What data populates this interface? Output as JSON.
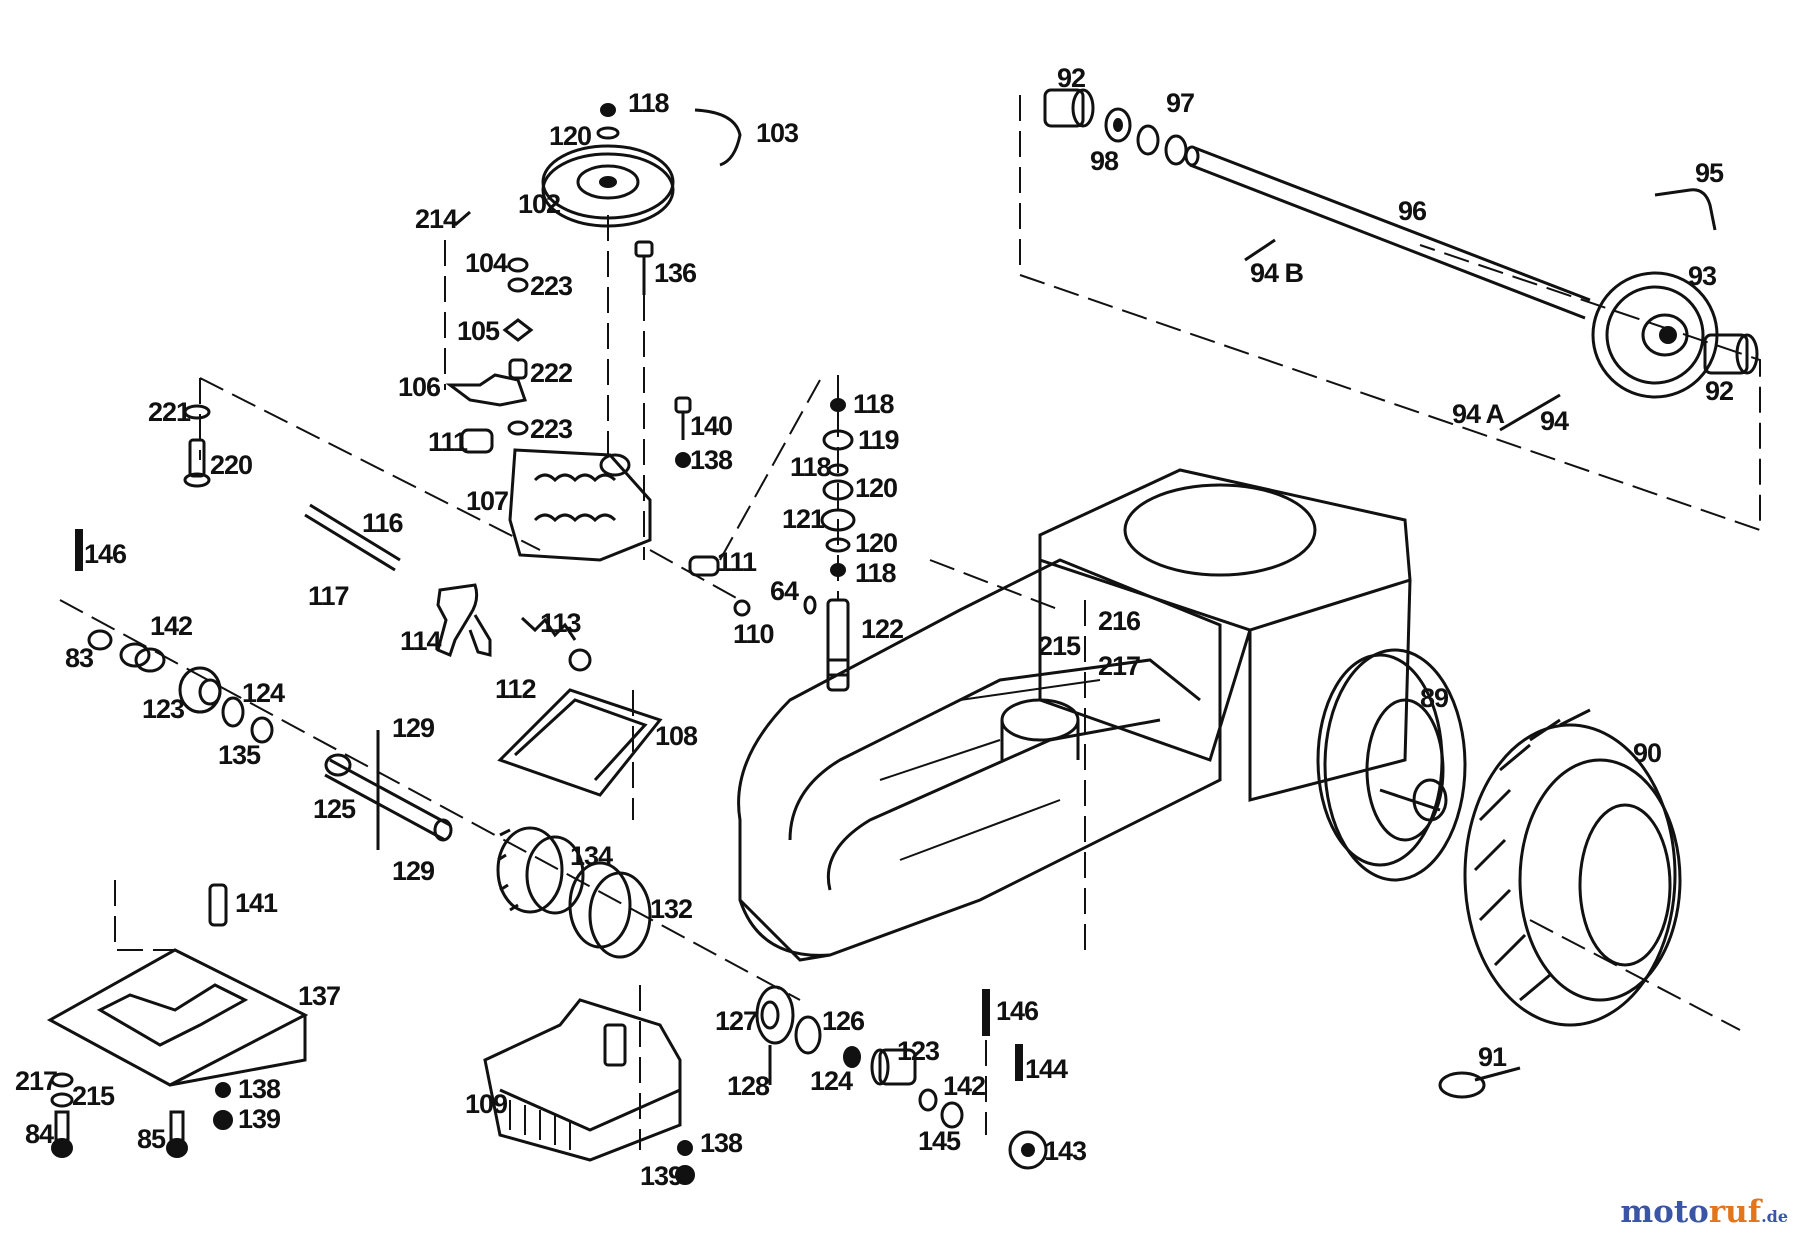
{
  "diagram": {
    "labels": [
      "118",
      "120",
      "103",
      "102",
      "214",
      "104",
      "223",
      "136",
      "105",
      "222",
      "106",
      "221",
      "223",
      "111",
      "220",
      "140",
      "138",
      "118",
      "119",
      "118",
      "120",
      "121",
      "120",
      "118",
      "107",
      "116",
      "146",
      "117",
      "114",
      "113",
      "111",
      "110",
      "64",
      "122",
      "142",
      "83",
      "123",
      "124",
      "112",
      "135",
      "108",
      "129",
      "125",
      "129",
      "134",
      "132",
      "141",
      "137",
      "217",
      "215",
      "84",
      "85",
      "138",
      "139",
      "109",
      "138",
      "139",
      "127",
      "128",
      "126",
      "124",
      "123",
      "142",
      "145",
      "146",
      "144",
      "143",
      "92",
      "97",
      "98",
      "95",
      "96",
      "94 B",
      "93",
      "92",
      "94 A",
      "94",
      "216",
      "215",
      "217",
      "89",
      "90",
      "91"
    ]
  },
  "watermark": {
    "text_a": "moto",
    "text_b": "ruf",
    "text_c": ".de"
  }
}
